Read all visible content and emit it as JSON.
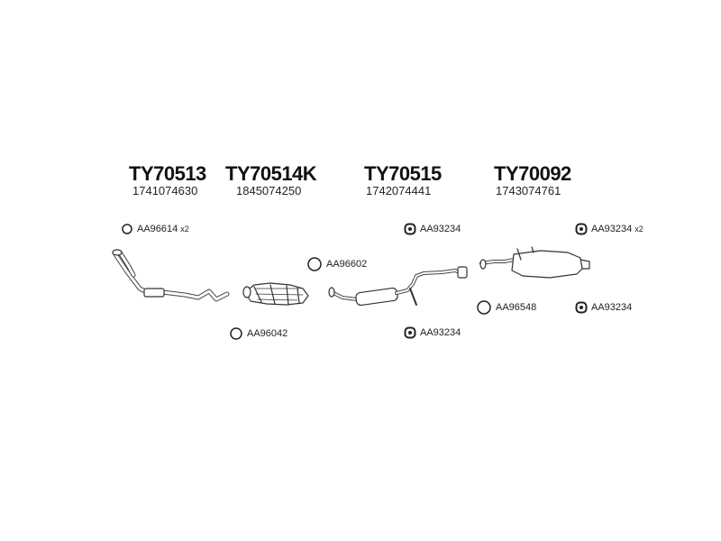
{
  "components": [
    {
      "code": "TY70513",
      "number": "1741074630"
    },
    {
      "code": "TY70514K",
      "number": "1845074250"
    },
    {
      "code": "TY70515",
      "number": "1742074441"
    },
    {
      "code": "TY70092",
      "number": "1743074761"
    }
  ],
  "accessories": [
    {
      "label": "AA96614",
      "qty": "x2",
      "icon": "ring-gasket-icon"
    },
    {
      "label": "AA93234",
      "qty": "",
      "icon": "rubber-hanger-icon"
    },
    {
      "label": "AA93234",
      "qty": "x2",
      "icon": "rubber-hanger-icon"
    },
    {
      "label": "AA96602",
      "qty": "",
      "icon": "ring-gasket-icon"
    },
    {
      "label": "AA96548",
      "qty": "",
      "icon": "ring-gasket-icon"
    },
    {
      "label": "AA93234",
      "qty": "",
      "icon": "rubber-hanger-icon"
    },
    {
      "label": "AA96042",
      "qty": "",
      "icon": "ring-gasket-icon"
    },
    {
      "label": "AA93234",
      "qty": "",
      "icon": "rubber-hanger-icon"
    }
  ]
}
